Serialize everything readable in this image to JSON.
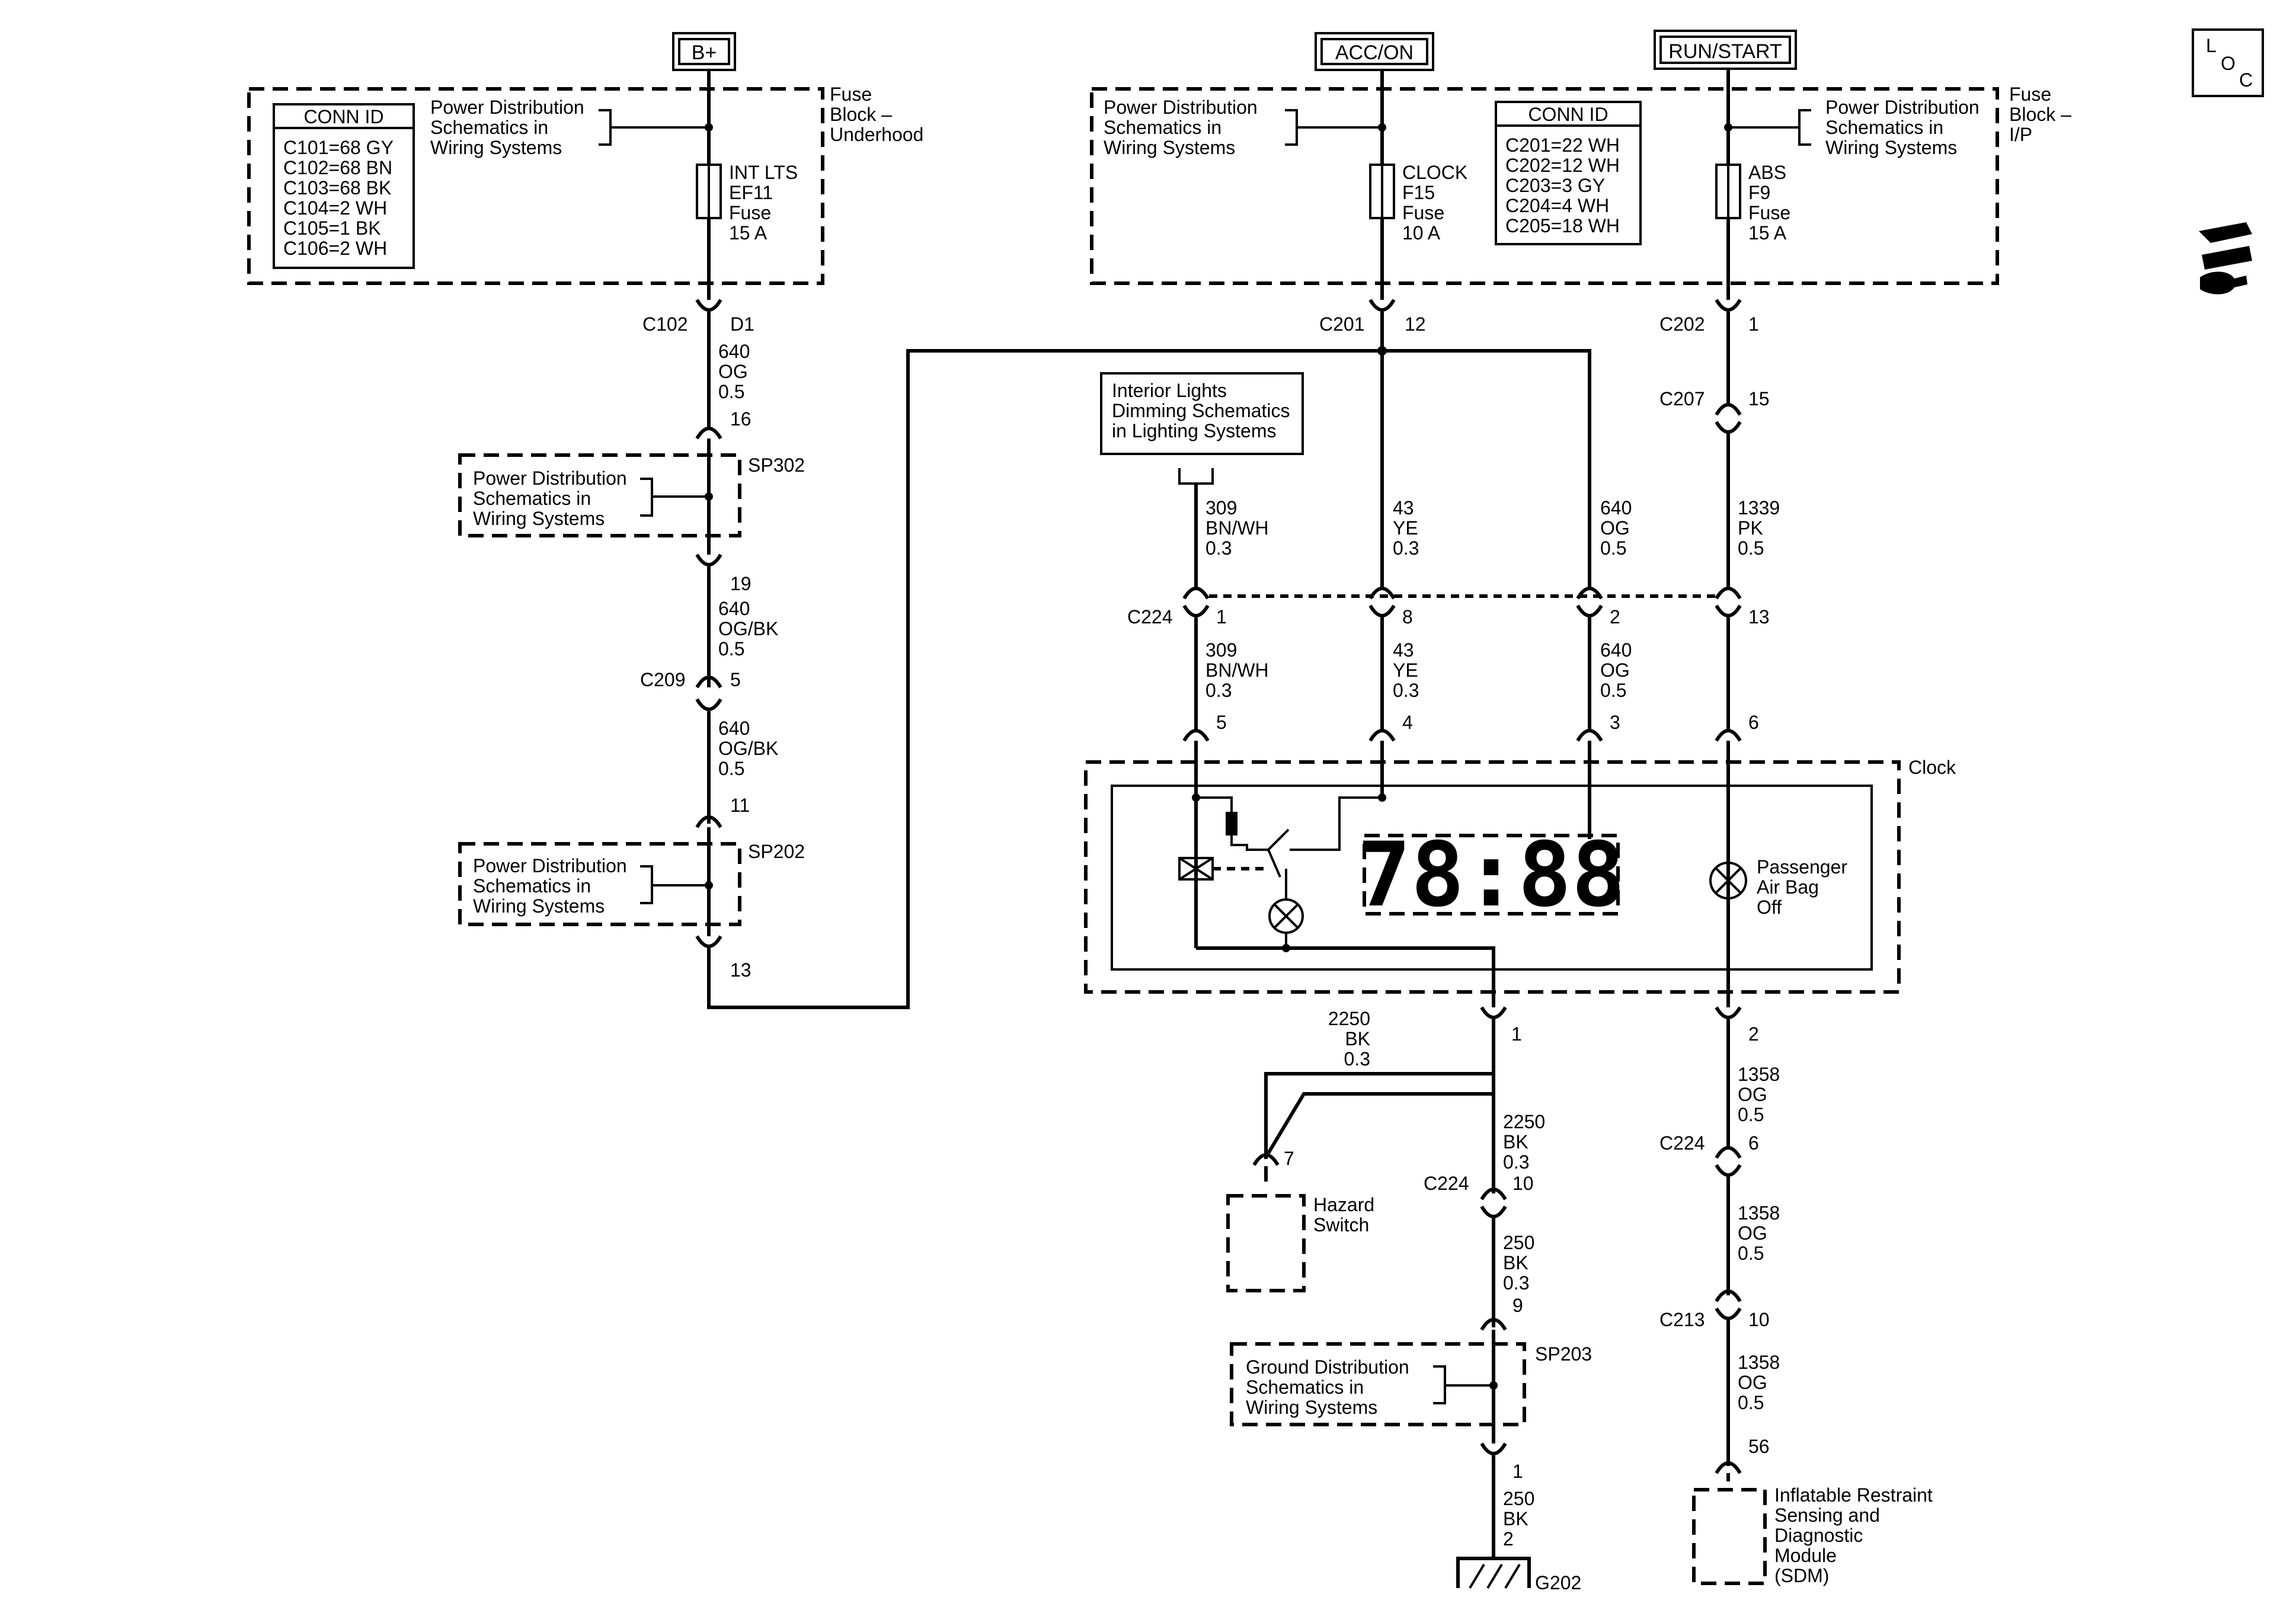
{
  "power_sources": {
    "bplus": "B+",
    "acc_on": "ACC/ON",
    "run_start": "RUN/START"
  },
  "loc_icon": "L O C",
  "fuse_blocks": {
    "underhood": {
      "label": [
        "Fuse",
        "Block –",
        "Underhood"
      ],
      "conn_id_title": "CONN ID",
      "conn_ids": [
        "C101=68 GY",
        "C102=68 BN",
        "C103=68 BK",
        "C104=2 WH",
        "C105=1 BK",
        "C106=2 WH"
      ],
      "ref": [
        "Power Distribution",
        "Schematics in",
        "Wiring Systems"
      ],
      "fuse": [
        "INT LTS",
        "EF11",
        "Fuse",
        "15 A"
      ]
    },
    "ip": {
      "label": [
        "Fuse",
        "Block –",
        "I/P"
      ],
      "conn_id_title": "CONN ID",
      "conn_ids": [
        "C201=22 WH",
        "C202=12 WH",
        "C203=3 GY",
        "C204=4 WH",
        "C205=18 WH"
      ],
      "ref_left": [
        "Power Distribution",
        "Schematics in",
        "Wiring Systems"
      ],
      "ref_right": [
        "Power Distribution",
        "Schematics in",
        "Wiring Systems"
      ],
      "fuse_clock": [
        "CLOCK",
        "F15",
        "Fuse",
        "10 A"
      ],
      "fuse_abs": [
        "ABS",
        "F9",
        "Fuse",
        "15 A"
      ]
    }
  },
  "left_circuit": {
    "c102": "C102",
    "c102_pin": "D1",
    "wire1": [
      "640",
      "OG",
      "0.5"
    ],
    "sp302_pin_top": "16",
    "sp302": "SP302",
    "sp302_ref": [
      "Power Distribution",
      "Schematics in",
      "Wiring Systems"
    ],
    "sp302_pin_bottom": "19",
    "wire2": [
      "640",
      "OG/BK",
      "0.5"
    ],
    "c209": "C209",
    "c209_pin": "5",
    "wire3": [
      "640",
      "OG/BK",
      "0.5"
    ],
    "sp202_pin_top": "11",
    "sp202": "SP202",
    "sp202_ref": [
      "Power Distribution",
      "Schematics in",
      "Wiring Systems"
    ],
    "sp202_pin_bottom": "13"
  },
  "center_circuit": {
    "c201": "C201",
    "c201_pin": "12",
    "dimming_ref": [
      "Interior Lights",
      "Dimming Schematics",
      "in Lighting Systems"
    ],
    "wire_309_top": [
      "309",
      "BN/WH",
      "0.3"
    ],
    "wire_43_top": [
      "43",
      "YE",
      "0.3"
    ],
    "wire_640_top": [
      "640",
      "OG",
      "0.5"
    ],
    "c224": "C224",
    "c224_pins": [
      "1",
      "8",
      "2",
      "13"
    ],
    "wire_309_bot": [
      "309",
      "BN/WH",
      "0.3"
    ],
    "wire_43_bot": [
      "43",
      "YE",
      "0.3"
    ],
    "wire_640_bot": [
      "640",
      "OG",
      "0.5"
    ],
    "clock_pins": [
      "5",
      "4",
      "3",
      "6"
    ],
    "clock_label": "Clock",
    "clock_display": "78:88",
    "passenger_lamp": [
      "Passenger",
      "Air Bag",
      "Off"
    ],
    "clock_pin_bottom_left": "1",
    "wire_2250_a": [
      "2250",
      "BK",
      "0.3"
    ],
    "hazard_pin": "7",
    "hazard": [
      "Hazard",
      "Switch"
    ],
    "wire_2250_b": [
      "2250",
      "BK",
      "0.3"
    ],
    "c224_b": "C224",
    "c224_b_pin": "10",
    "wire_250_a": [
      "250",
      "BK",
      "0.3"
    ],
    "sp203_pin_top": "9",
    "sp203": "SP203",
    "sp203_ref": [
      "Ground Distribution",
      "Schematics in",
      "Wiring Systems"
    ],
    "sp203_pin_bottom": "1",
    "wire_250_b": [
      "250",
      "BK",
      "2"
    ],
    "ground": "G202"
  },
  "right_circuit": {
    "c202": "C202",
    "c202_pin": "1",
    "c207": "C207",
    "c207_pin": "15",
    "wire_1339": [
      "1339",
      "PK",
      "0.5"
    ],
    "clock_pin_bottom": "2",
    "wire_1358_a": [
      "1358",
      "OG",
      "0.5"
    ],
    "c224": "C224",
    "c224_pin": "6",
    "wire_1358_b": [
      "1358",
      "OG",
      "0.5"
    ],
    "c213": "C213",
    "c213_pin": "10",
    "wire_1358_c": [
      "1358",
      "OG",
      "0.5"
    ],
    "sdm_pin": "56",
    "sdm": [
      "Inflatable Restraint",
      "Sensing and",
      "Diagnostic",
      "Module",
      "(SDM)"
    ]
  }
}
